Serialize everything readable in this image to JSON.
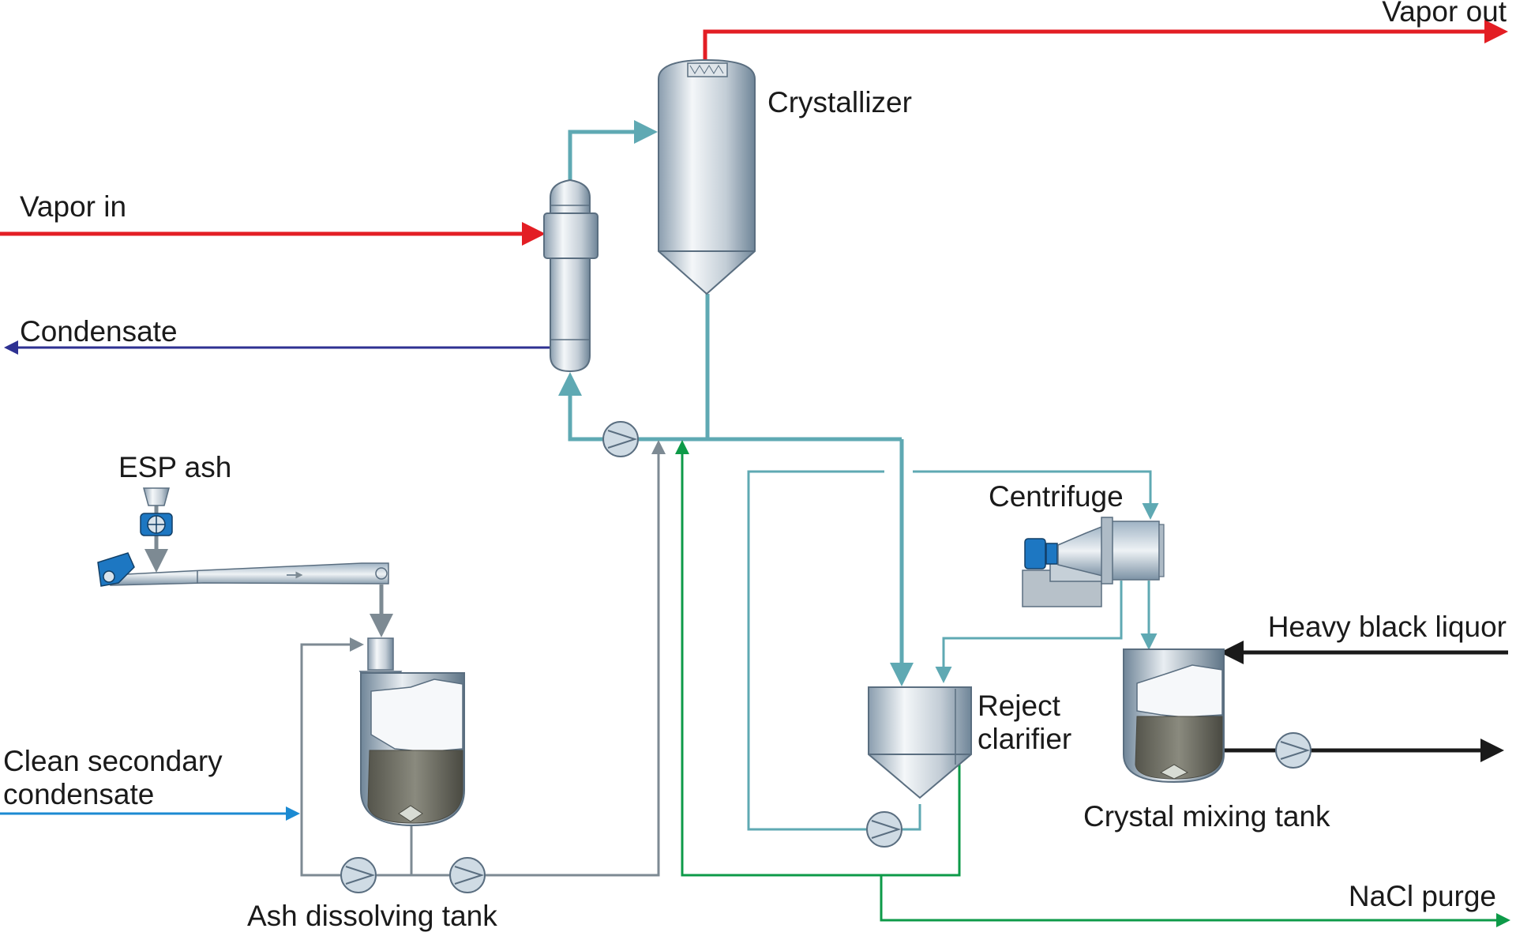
{
  "labels": {
    "vapor_out": "Vapor out",
    "crystallizer": "Crystallizer",
    "vapor_in": "Vapor in",
    "condensate": "Condensate",
    "esp_ash": "ESP ash",
    "centrifuge": "Centrifuge",
    "heavy_black_liquor": "Heavy black liquor",
    "reject_clarifier_line1": "Reject",
    "reject_clarifier_line2": "clarifier",
    "clean_secondary_line1": "Clean secondary",
    "clean_secondary_line2": "condensate",
    "crystal_mixing_tank": "Crystal mixing tank",
    "nacl_purge": "NaCl purge",
    "ash_dissolving_tank": "Ash dissolving tank"
  },
  "colors": {
    "vapor": "#e31e24",
    "condensate": "#2e3192",
    "process_liquor": "#5fa9b3",
    "ash_line": "#7d8a93",
    "nacl_purge": "#0d9a48",
    "clean_condensate": "#1b8ad2",
    "black_liquor": "#1a1a1a",
    "vessel": "#b8c4cf",
    "slurry": "#6a6a60",
    "accent_blue": "#1d77c2"
  }
}
